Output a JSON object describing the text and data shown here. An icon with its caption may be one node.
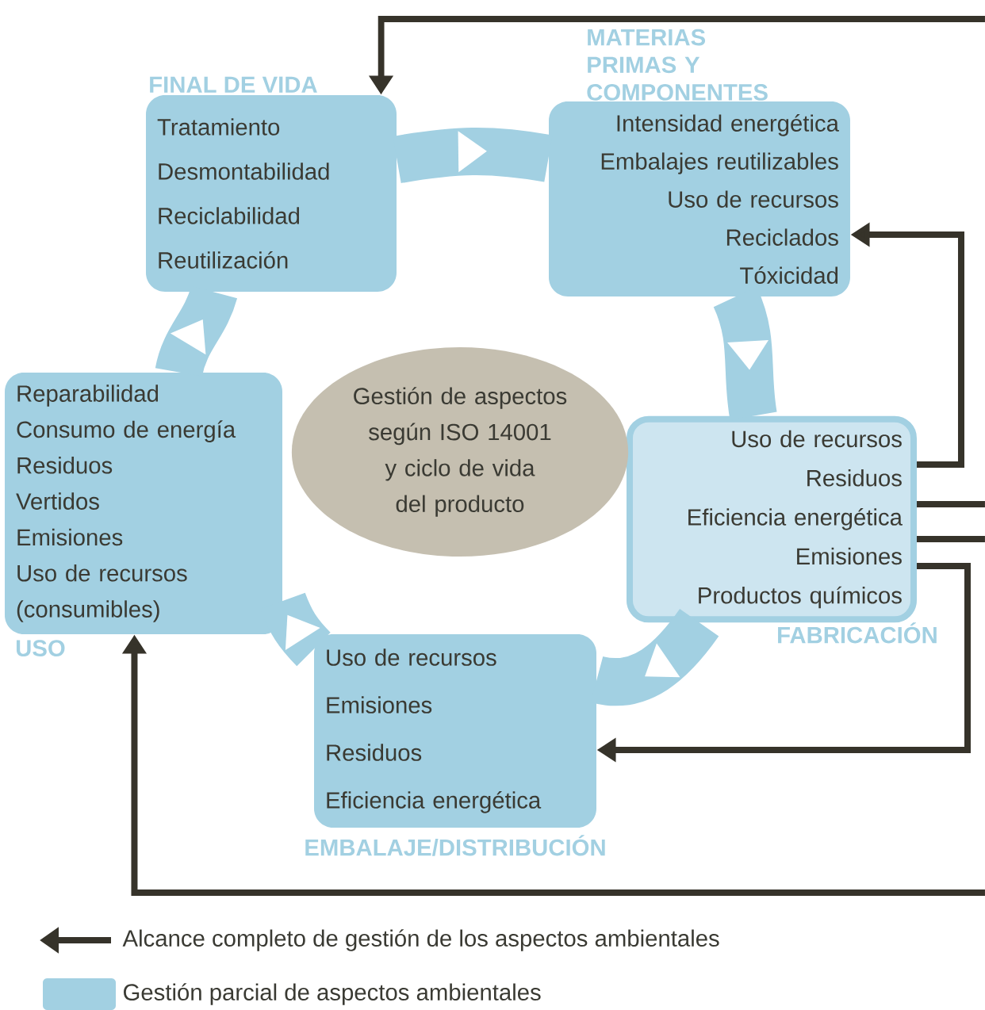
{
  "diagram": {
    "nodes": [
      {
        "text": [
          "FINAL DE VIDA",
          "Tratamiento",
          "Desmontabilidad",
          "Reciclabilidad",
          "Reutilización"
        ]
      },
      {
        "text": [
          "MATERIAS PRIMAS Y COMPONENTES",
          "Intensidad energética",
          "Embalajes reutilizables",
          "Uso de recursos",
          "Reciclados",
          "Tóxicidad"
        ]
      },
      {
        "text": [
          "Uso de recursos",
          "Residuos",
          "Eficiencia energética",
          "Emisiones",
          "Productos químicos",
          "FABRICACIÓN"
        ]
      },
      {
        "text": [
          "Uso de recursos",
          "Emisiones",
          "Residuos",
          "Eficiencia energética",
          "EMBALAJE/DISTRIBUCIÓN"
        ]
      },
      {
        "text": [
          "Reparabilidad",
          "Consumo de energía",
          "Residuos",
          "Vertidos",
          "Emisiones",
          "Uso de recursos (consumibles)",
          "USO"
        ]
      },
      {
        "text": [
          "Gestión de aspectos según ISO 14001 y ciclo de vida del producto"
        ]
      }
    ],
    "edges": [
      {
        "from": 0,
        "to": 1,
        "arrow": "to",
        "style": "thick",
        "color": "#a2d0e2"
      },
      {
        "from": 1,
        "to": 2,
        "arrow": "to",
        "style": "thick",
        "color": "#a2d0e2"
      },
      {
        "from": 2,
        "to": 3,
        "arrow": "to",
        "style": "thick",
        "color": "#a2d0e2"
      },
      {
        "from": 3,
        "to": 4,
        "arrow": "to",
        "style": "thick",
        "color": "#a2d0e2"
      },
      {
        "from": 4,
        "to": 0,
        "arrow": "to",
        "style": "thick",
        "color": "#a2d0e2"
      },
      {
        "from": null,
        "to": 0,
        "arrow": "to",
        "color": "#36332a"
      },
      {
        "from": 2,
        "to": 1,
        "arrow": "to",
        "color": "#36332a"
      },
      {
        "from": 2,
        "to": null,
        "arrow": "none",
        "color": "#36332a"
      },
      {
        "from": 2,
        "to": null,
        "arrow": "none",
        "color": "#36332a"
      },
      {
        "from": 2,
        "to": 3,
        "arrow": "to",
        "color": "#36332a"
      },
      {
        "from": null,
        "to": 4,
        "arrow": "to",
        "color": "#36332a"
      }
    ],
    "legend": [
      {
        "text": "Alcance completo de gestión de los aspectos ambientales"
      },
      {
        "text": "Gestión parcial de aspectos ambientales",
        "color": "#a2d0e2"
      }
    ]
  }
}
